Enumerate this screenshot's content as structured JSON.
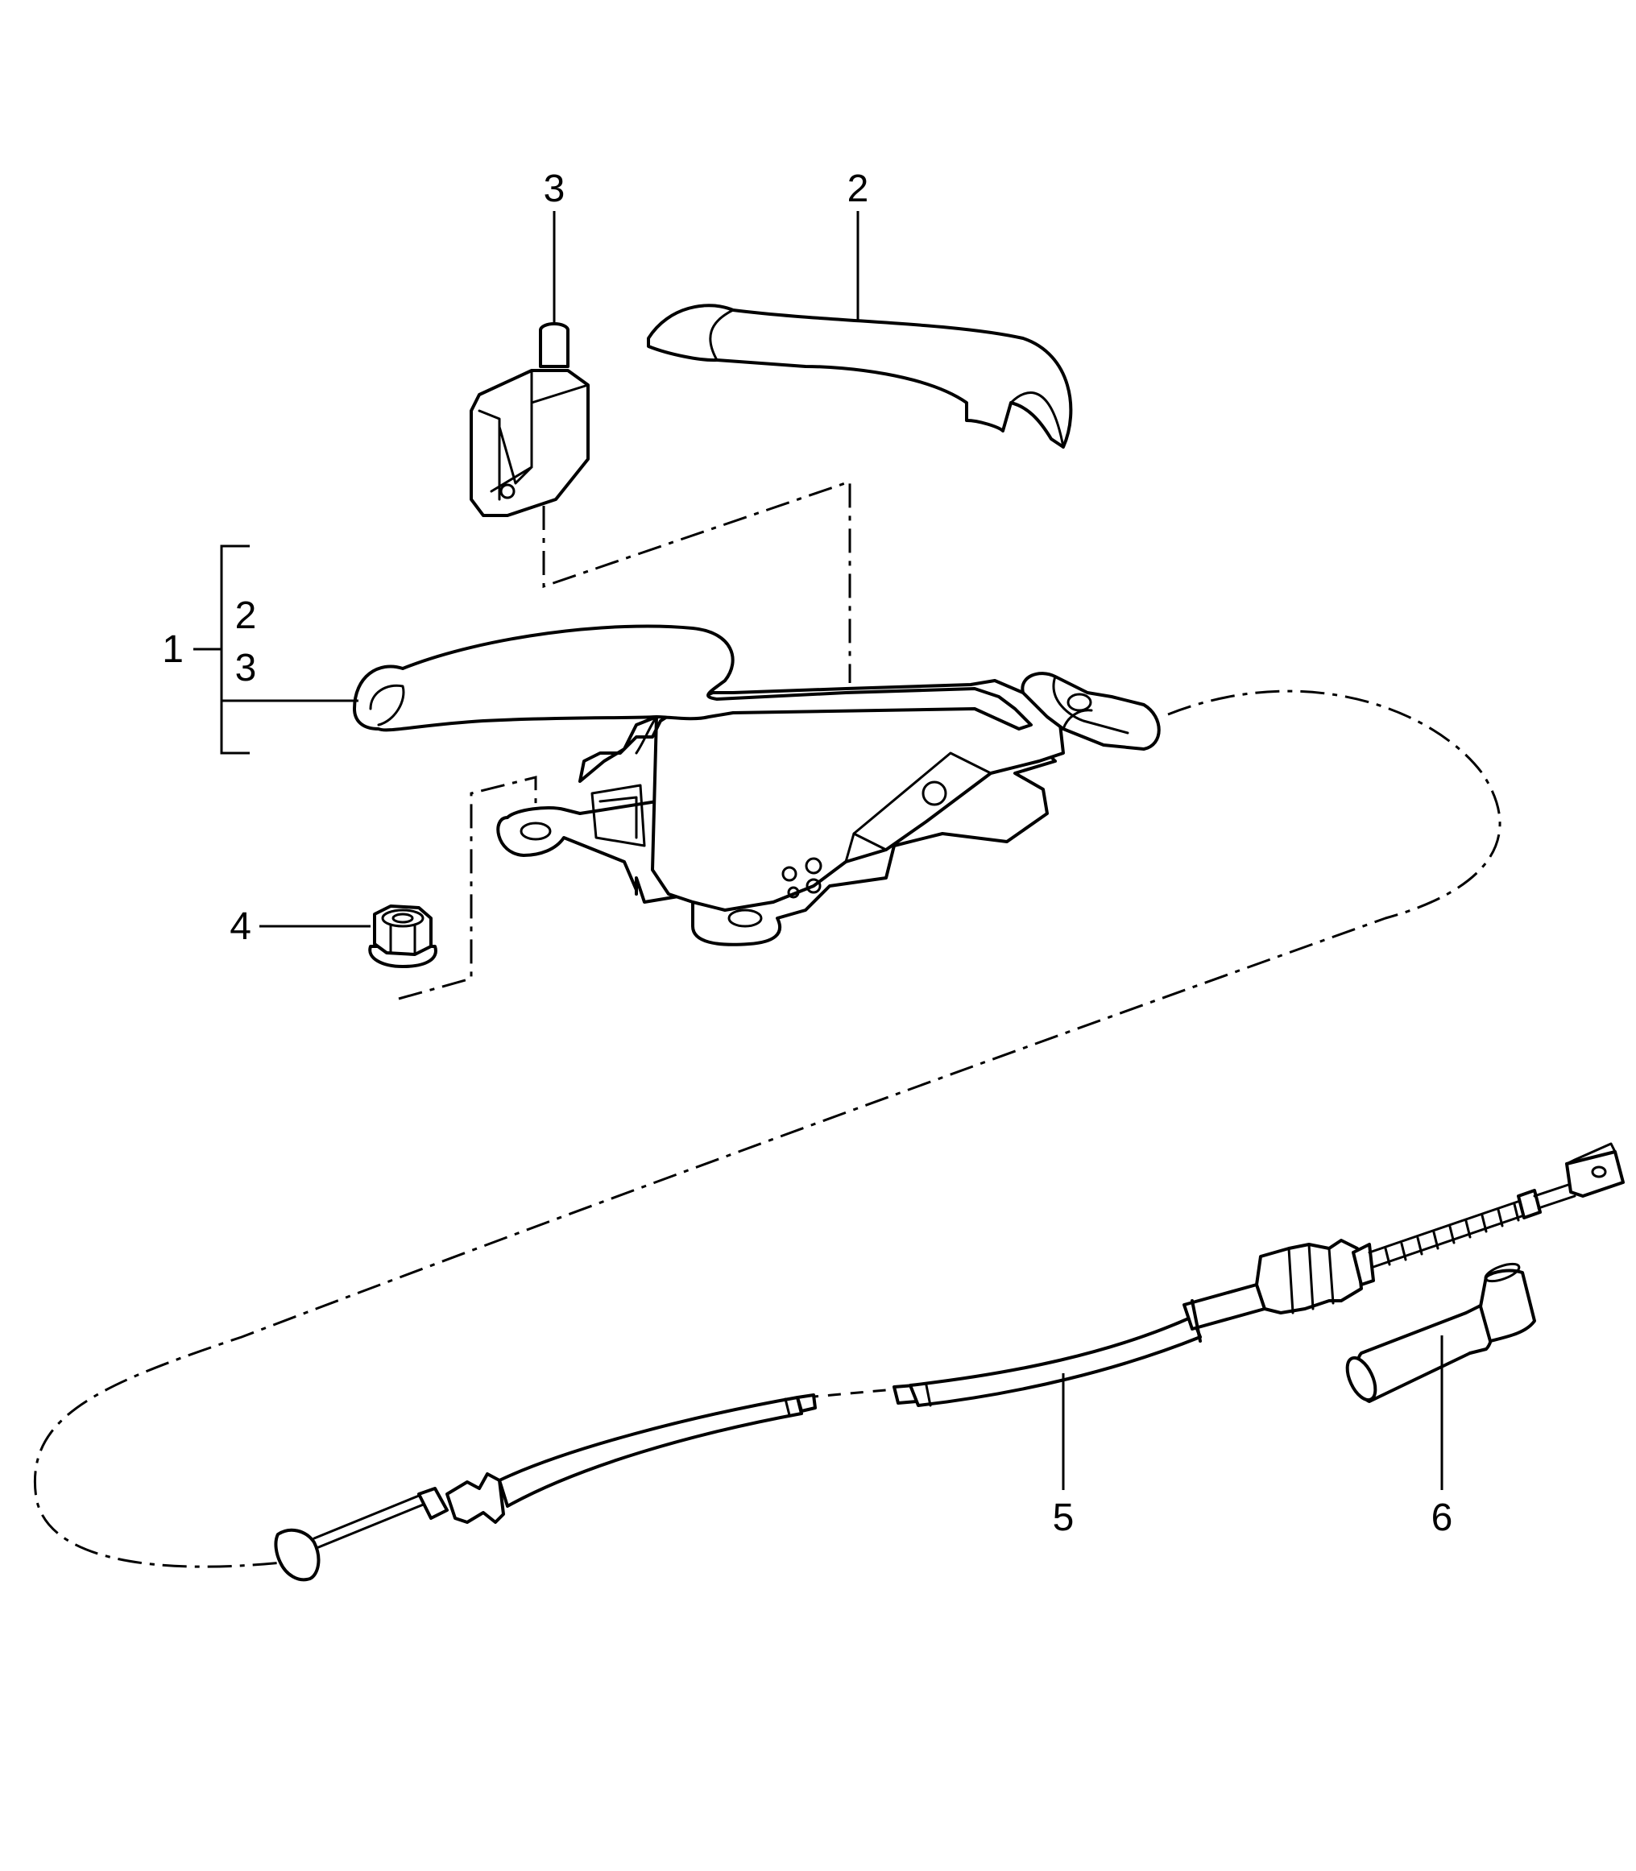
{
  "callouts": {
    "c1": "1",
    "c1_sub_a": "2",
    "c1_sub_b": "3",
    "c2": "2",
    "c3": "3",
    "c4": "4",
    "c5": "5",
    "c6": "6"
  },
  "colors": {
    "line": "#000000",
    "background": "#ffffff"
  }
}
